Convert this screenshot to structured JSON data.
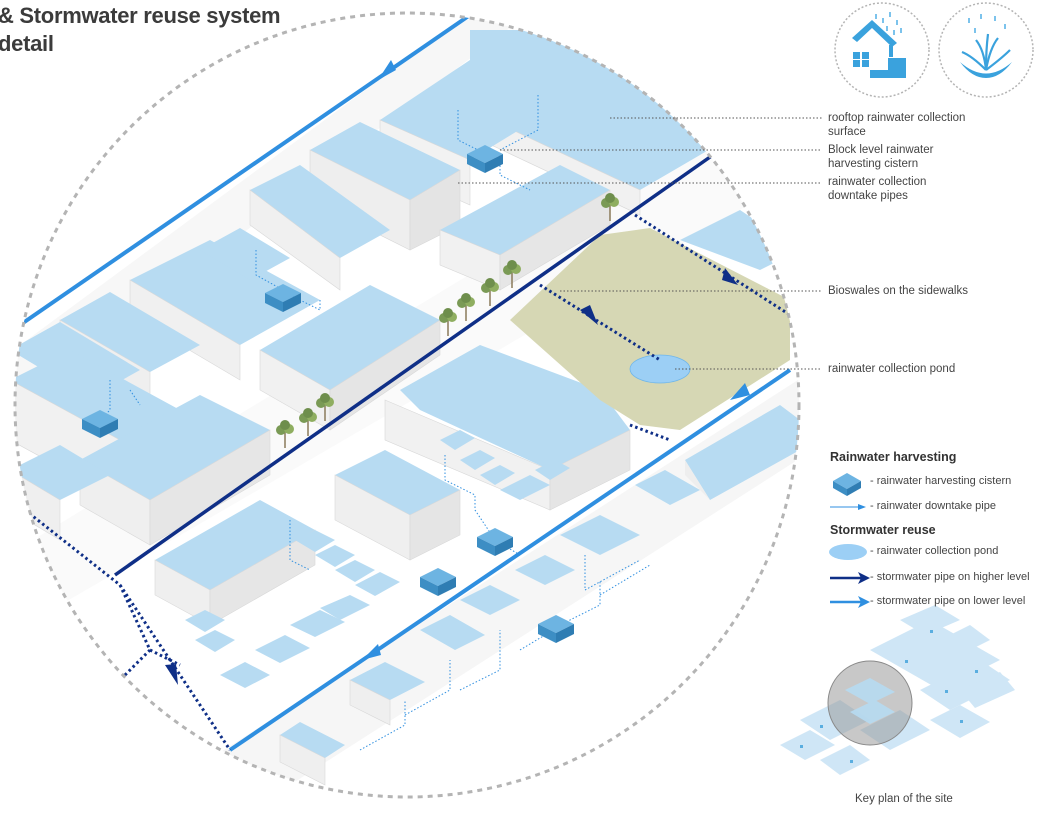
{
  "title": {
    "line1": "& Stormwater reuse system",
    "line2": "detail"
  },
  "callouts": [
    {
      "line1": "rooftop rainwater collection",
      "line2": "surface"
    },
    {
      "line1": "Block level rainwater",
      "line2": "harvesting cistern"
    },
    {
      "line1": "rainwater collection",
      "line2": "downtake pipes"
    },
    {
      "line1": "Bioswales on the sidewalks",
      "line2": ""
    },
    {
      "line1": "rainwater collection pond",
      "line2": ""
    }
  ],
  "legend": {
    "rainwater_title": "Rainwater harvesting",
    "cistern": "- rainwater harvesting cistern",
    "downtake": "- rainwater downtake pipe",
    "stormwater_title": "Stormwater reuse",
    "pond": "- rainwater collection pond",
    "pipe_high": "- stormwater pipe on higher level",
    "pipe_low": "- stormwater pipe on lower level"
  },
  "keyplan_caption": "Key plan of the site",
  "icons": [
    "rooftop-rain-collection-icon",
    "bioswale-plant-rain-icon"
  ],
  "colors": {
    "roof": "#b7dbf2",
    "wall": "#f4f4f4",
    "wall_shade": "#e4e4e4",
    "cistern": "#3d93c9",
    "pipe_high": "#0f2f87",
    "pipe_low": "#2f8fe0",
    "bioswale_pond_area": "#d6d7b4",
    "pond": "#9ccff5",
    "dashed_circle": "#b4b4b4"
  }
}
